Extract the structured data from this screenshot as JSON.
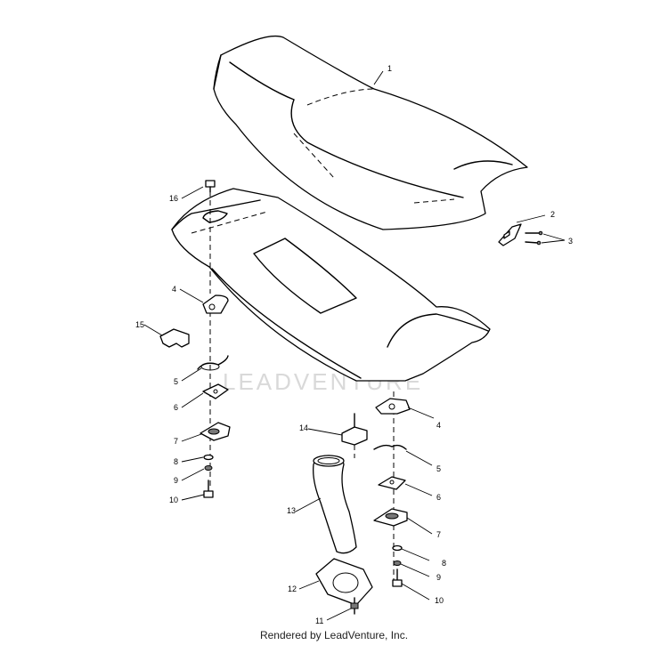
{
  "diagram": {
    "labels": {
      "l1": "1",
      "l2": "2",
      "l3": "3",
      "l4a": "4",
      "l4b": "4",
      "l5a": "5",
      "l5b": "5",
      "l6a": "6",
      "l6b": "6",
      "l7a": "7",
      "l7b": "7",
      "l8a": "8",
      "l8b": "8",
      "l9a": "9",
      "l9b": "9",
      "l10a": "10",
      "l10b": "10",
      "l11": "11",
      "l12": "12",
      "l13": "13",
      "l14": "14",
      "l15": "15",
      "l16": "16"
    },
    "watermark": "LEADVENTURE"
  },
  "footer": {
    "text": "Rendered by LeadVenture, Inc."
  }
}
